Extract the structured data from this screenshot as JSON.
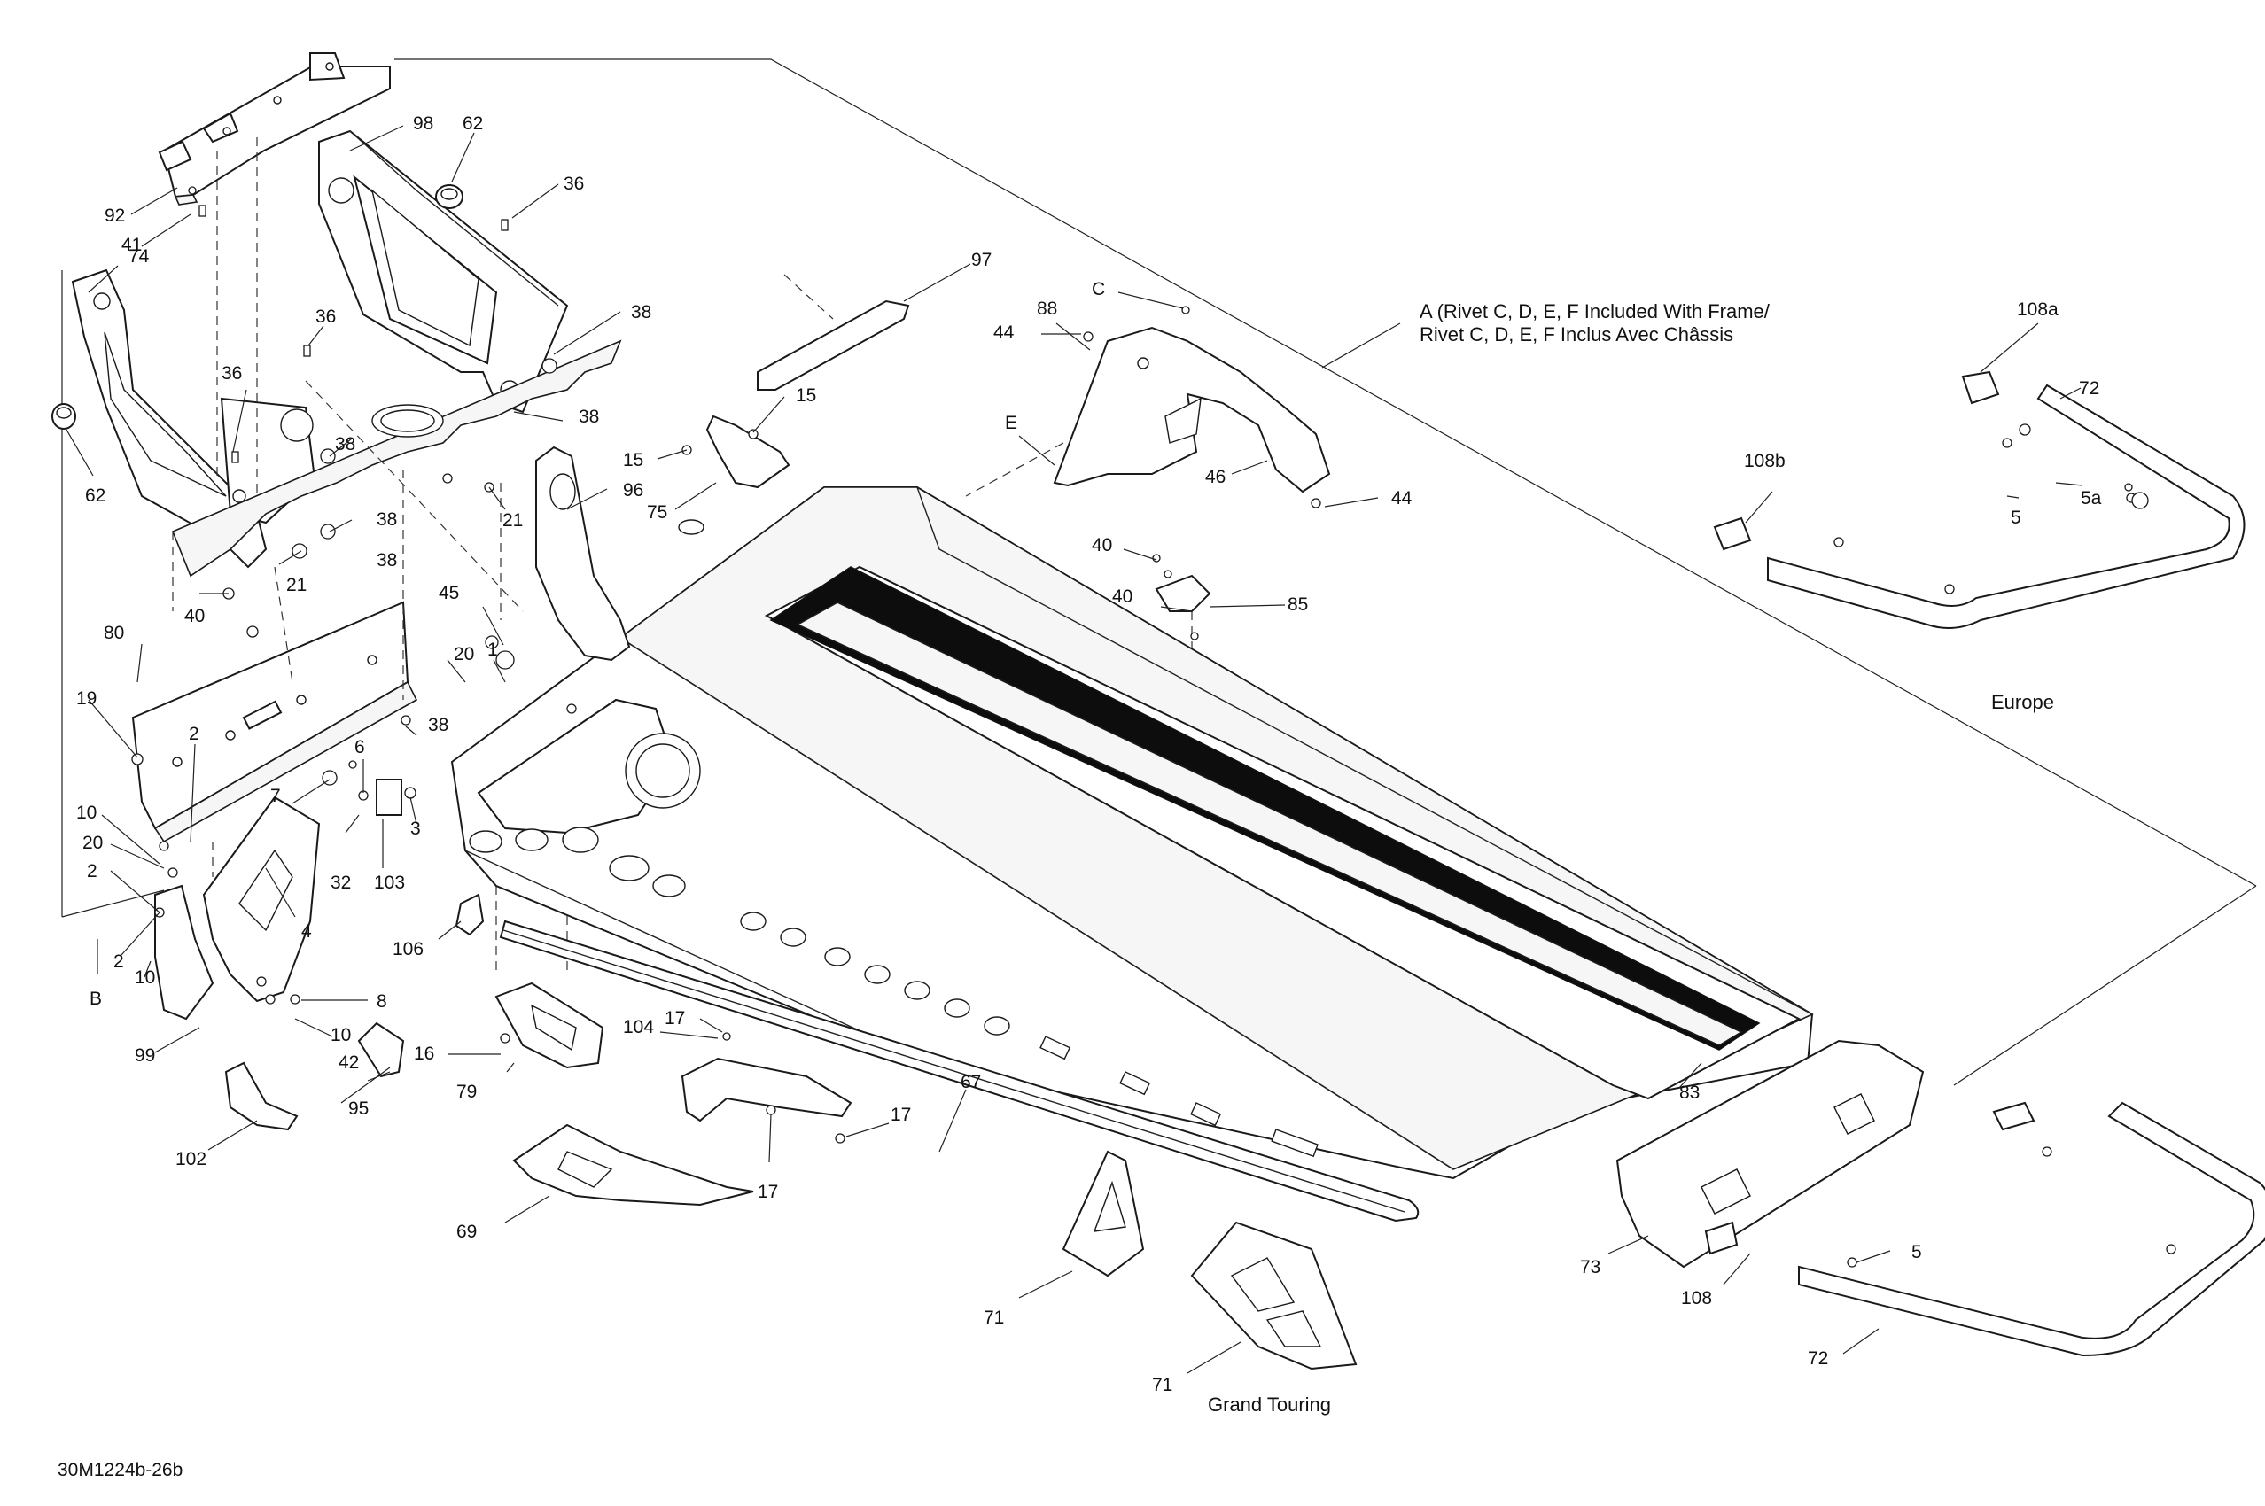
{
  "diagram_code": "30M1224b-26b",
  "notes": {
    "rivet_note_line1": "A (Rivet C, D, E, F Included With Frame/",
    "rivet_note_line2": "Rivet C, D, E, F Inclus Avec Châssis",
    "europe": "Europe",
    "grand_touring": "Grand Touring"
  },
  "callouts": [
    {
      "id": "c1",
      "text": "92"
    },
    {
      "id": "c2",
      "text": "98"
    },
    {
      "id": "c3",
      "text": "62"
    },
    {
      "id": "c4",
      "text": "36"
    },
    {
      "id": "c5",
      "text": "41"
    },
    {
      "id": "c6",
      "text": "74"
    },
    {
      "id": "c7",
      "text": "36"
    },
    {
      "id": "c8",
      "text": "38"
    },
    {
      "id": "c9",
      "text": "36"
    },
    {
      "id": "c10",
      "text": "38"
    },
    {
      "id": "c11",
      "text": "38"
    },
    {
      "id": "c12",
      "text": "62"
    },
    {
      "id": "c13",
      "text": "38"
    },
    {
      "id": "c14",
      "text": "38"
    },
    {
      "id": "c15",
      "text": "21"
    },
    {
      "id": "c16",
      "text": "21"
    },
    {
      "id": "c17",
      "text": "40"
    },
    {
      "id": "c18",
      "text": "80"
    },
    {
      "id": "c19",
      "text": "19"
    },
    {
      "id": "c20",
      "text": "2"
    },
    {
      "id": "c21",
      "text": "6"
    },
    {
      "id": "c22",
      "text": "7"
    },
    {
      "id": "c23",
      "text": "10"
    },
    {
      "id": "c24",
      "text": "20"
    },
    {
      "id": "c25",
      "text": "2"
    },
    {
      "id": "c26",
      "text": "32"
    },
    {
      "id": "c27",
      "text": "103"
    },
    {
      "id": "c28",
      "text": "3"
    },
    {
      "id": "c29",
      "text": "4"
    },
    {
      "id": "c30",
      "text": "2"
    },
    {
      "id": "c31",
      "text": "10"
    },
    {
      "id": "c32",
      "text": "B"
    },
    {
      "id": "c33",
      "text": "8"
    },
    {
      "id": "c34",
      "text": "10"
    },
    {
      "id": "c35",
      "text": "99"
    },
    {
      "id": "c36",
      "text": "42"
    },
    {
      "id": "c37",
      "text": "95"
    },
    {
      "id": "c38",
      "text": "102"
    },
    {
      "id": "c39",
      "text": "45"
    },
    {
      "id": "c40",
      "text": "1"
    },
    {
      "id": "c41",
      "text": "20"
    },
    {
      "id": "c42",
      "text": "38"
    },
    {
      "id": "c43",
      "text": "96"
    },
    {
      "id": "c44",
      "text": "15"
    },
    {
      "id": "c45",
      "text": "15"
    },
    {
      "id": "c46",
      "text": "75"
    },
    {
      "id": "c47",
      "text": "97"
    },
    {
      "id": "c48",
      "text": "88"
    },
    {
      "id": "c49",
      "text": "C"
    },
    {
      "id": "c50",
      "text": "44"
    },
    {
      "id": "c51",
      "text": "E"
    },
    {
      "id": "c52",
      "text": "46"
    },
    {
      "id": "c53",
      "text": "44"
    },
    {
      "id": "c54",
      "text": "40"
    },
    {
      "id": "c55",
      "text": "40"
    },
    {
      "id": "c56",
      "text": "85"
    },
    {
      "id": "c57",
      "text": "106"
    },
    {
      "id": "c58",
      "text": "16"
    },
    {
      "id": "c59",
      "text": "79"
    },
    {
      "id": "c60",
      "text": "104"
    },
    {
      "id": "c61",
      "text": "17"
    },
    {
      "id": "c62",
      "text": "17"
    },
    {
      "id": "c63",
      "text": "17"
    },
    {
      "id": "c64",
      "text": "67"
    },
    {
      "id": "c65",
      "text": "69"
    },
    {
      "id": "c66",
      "text": "71"
    },
    {
      "id": "c67",
      "text": "71"
    },
    {
      "id": "c68",
      "text": "83"
    },
    {
      "id": "c69",
      "text": "73"
    },
    {
      "id": "c70",
      "text": "108"
    },
    {
      "id": "c71",
      "text": "5"
    },
    {
      "id": "c72",
      "text": "72"
    },
    {
      "id": "c73",
      "text": "108a"
    },
    {
      "id": "c74",
      "text": "72"
    },
    {
      "id": "c75",
      "text": "108b"
    },
    {
      "id": "c76",
      "text": "5"
    },
    {
      "id": "c77",
      "text": "5a"
    }
  ]
}
